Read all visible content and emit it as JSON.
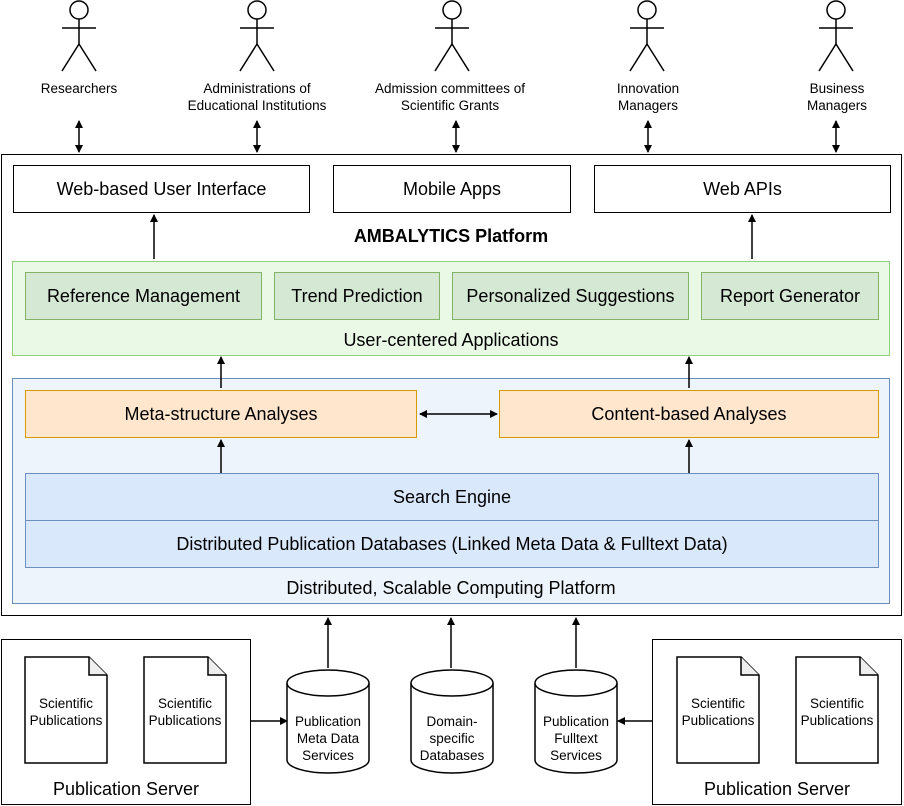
{
  "actors": [
    {
      "label": "Researchers"
    },
    {
      "label": "Administrations of\nEducational Institutions"
    },
    {
      "label": "Admission committees of\nScientific Grants"
    },
    {
      "label": "Innovation\nManagers"
    },
    {
      "label": "Business\nManagers"
    }
  ],
  "platform": {
    "title": "AMBALYTICS Platform",
    "interfaces": [
      "Web-based User Interface",
      "Mobile Apps",
      "Web APIs"
    ],
    "applications": {
      "label": "User-centered Applications",
      "items": [
        "Reference Management",
        "Trend Prediction",
        "Personalized Suggestions",
        "Report Generator"
      ]
    },
    "computing": {
      "label": "Distributed, Scalable Computing Platform",
      "analyses": [
        "Meta-structure Analyses",
        "Content-based Analyses"
      ],
      "search_engine": "Search Engine",
      "databases": "Distributed Publication Databases (Linked Meta Data & Fulltext Data)"
    }
  },
  "bottom": {
    "left_server": {
      "label": "Publication Server",
      "docs": [
        "Scientific\nPublications",
        "Scientific\nPublications"
      ]
    },
    "right_server": {
      "label": "Publication Server",
      "docs": [
        "Scientific\nPublications",
        "Scientific\nPublications"
      ]
    },
    "databases": [
      "Publication\nMeta Data\nServices",
      "Domain-\nspecific\nDatabases",
      "Publication\nFulltext\nServices"
    ]
  },
  "colors": {
    "green_fill": "#d5e8d4",
    "green_stroke": "#82b366",
    "orange_fill": "#ffe6cc",
    "orange_stroke": "#d79b00",
    "blue_fill": "#dae8fc",
    "blue_stroke": "#6c8ebf"
  }
}
